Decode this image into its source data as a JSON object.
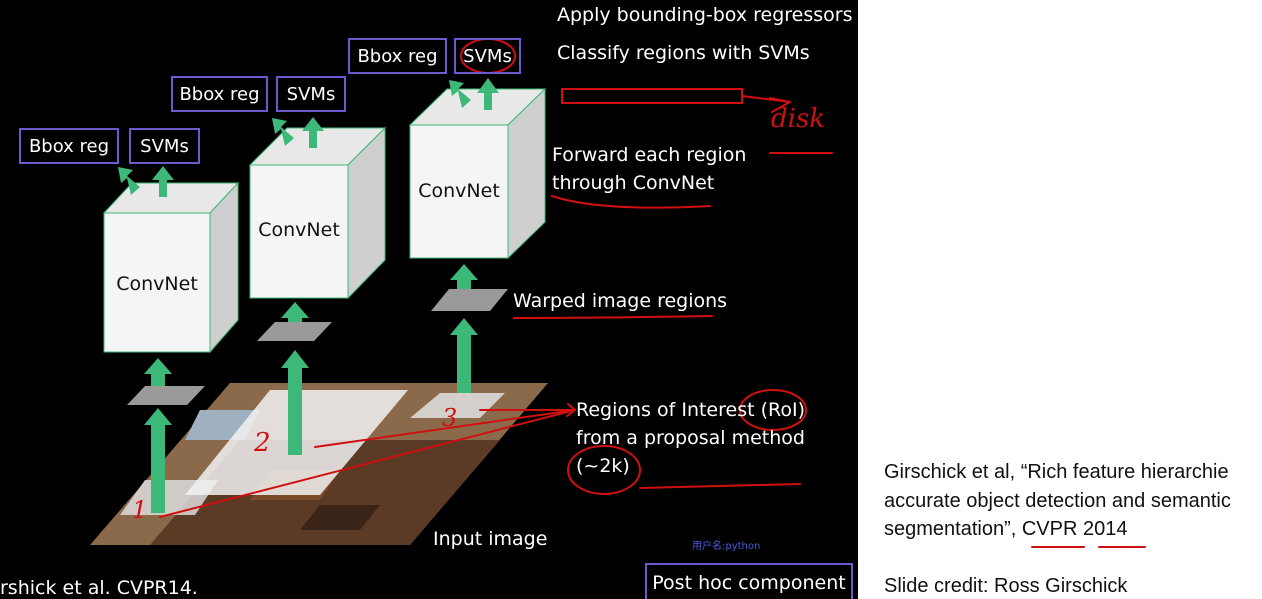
{
  "slide": {
    "top_right_1": "Apply bounding-box regressors",
    "top_right_2": "Classify regions with SVMs",
    "forward_1": "Forward each region",
    "forward_2": "through ConvNet",
    "warped": "Warped image regions",
    "roi_1": "Regions of Interest (RoI)",
    "roi_2": "from a proposal method",
    "roi_3": "(~2k)",
    "input_image": "Input image",
    "citation": "rshick et al. CVPR14.",
    "post_hoc": "Post hoc component",
    "watermark": "用户名:python",
    "convnet_label": "ConvNet",
    "bbox_label": "Bbox reg",
    "svms_label": "SVMs",
    "handwriting": {
      "disk": "disk",
      "n1": "1",
      "n2": "2",
      "n3": "3"
    }
  },
  "notes": {
    "reference_1": "Girschick et al, “Rich feature hierarchie",
    "reference_2": "accurate object detection and semantic",
    "reference_3": "segmentation”, CVPR 2014",
    "credit": "Slide credit: Ross Girschick"
  },
  "colors": {
    "box_border": "#6a5acd",
    "arrow": "#3cb878",
    "annotation": "#d01010",
    "slide_bg": "#000000"
  }
}
